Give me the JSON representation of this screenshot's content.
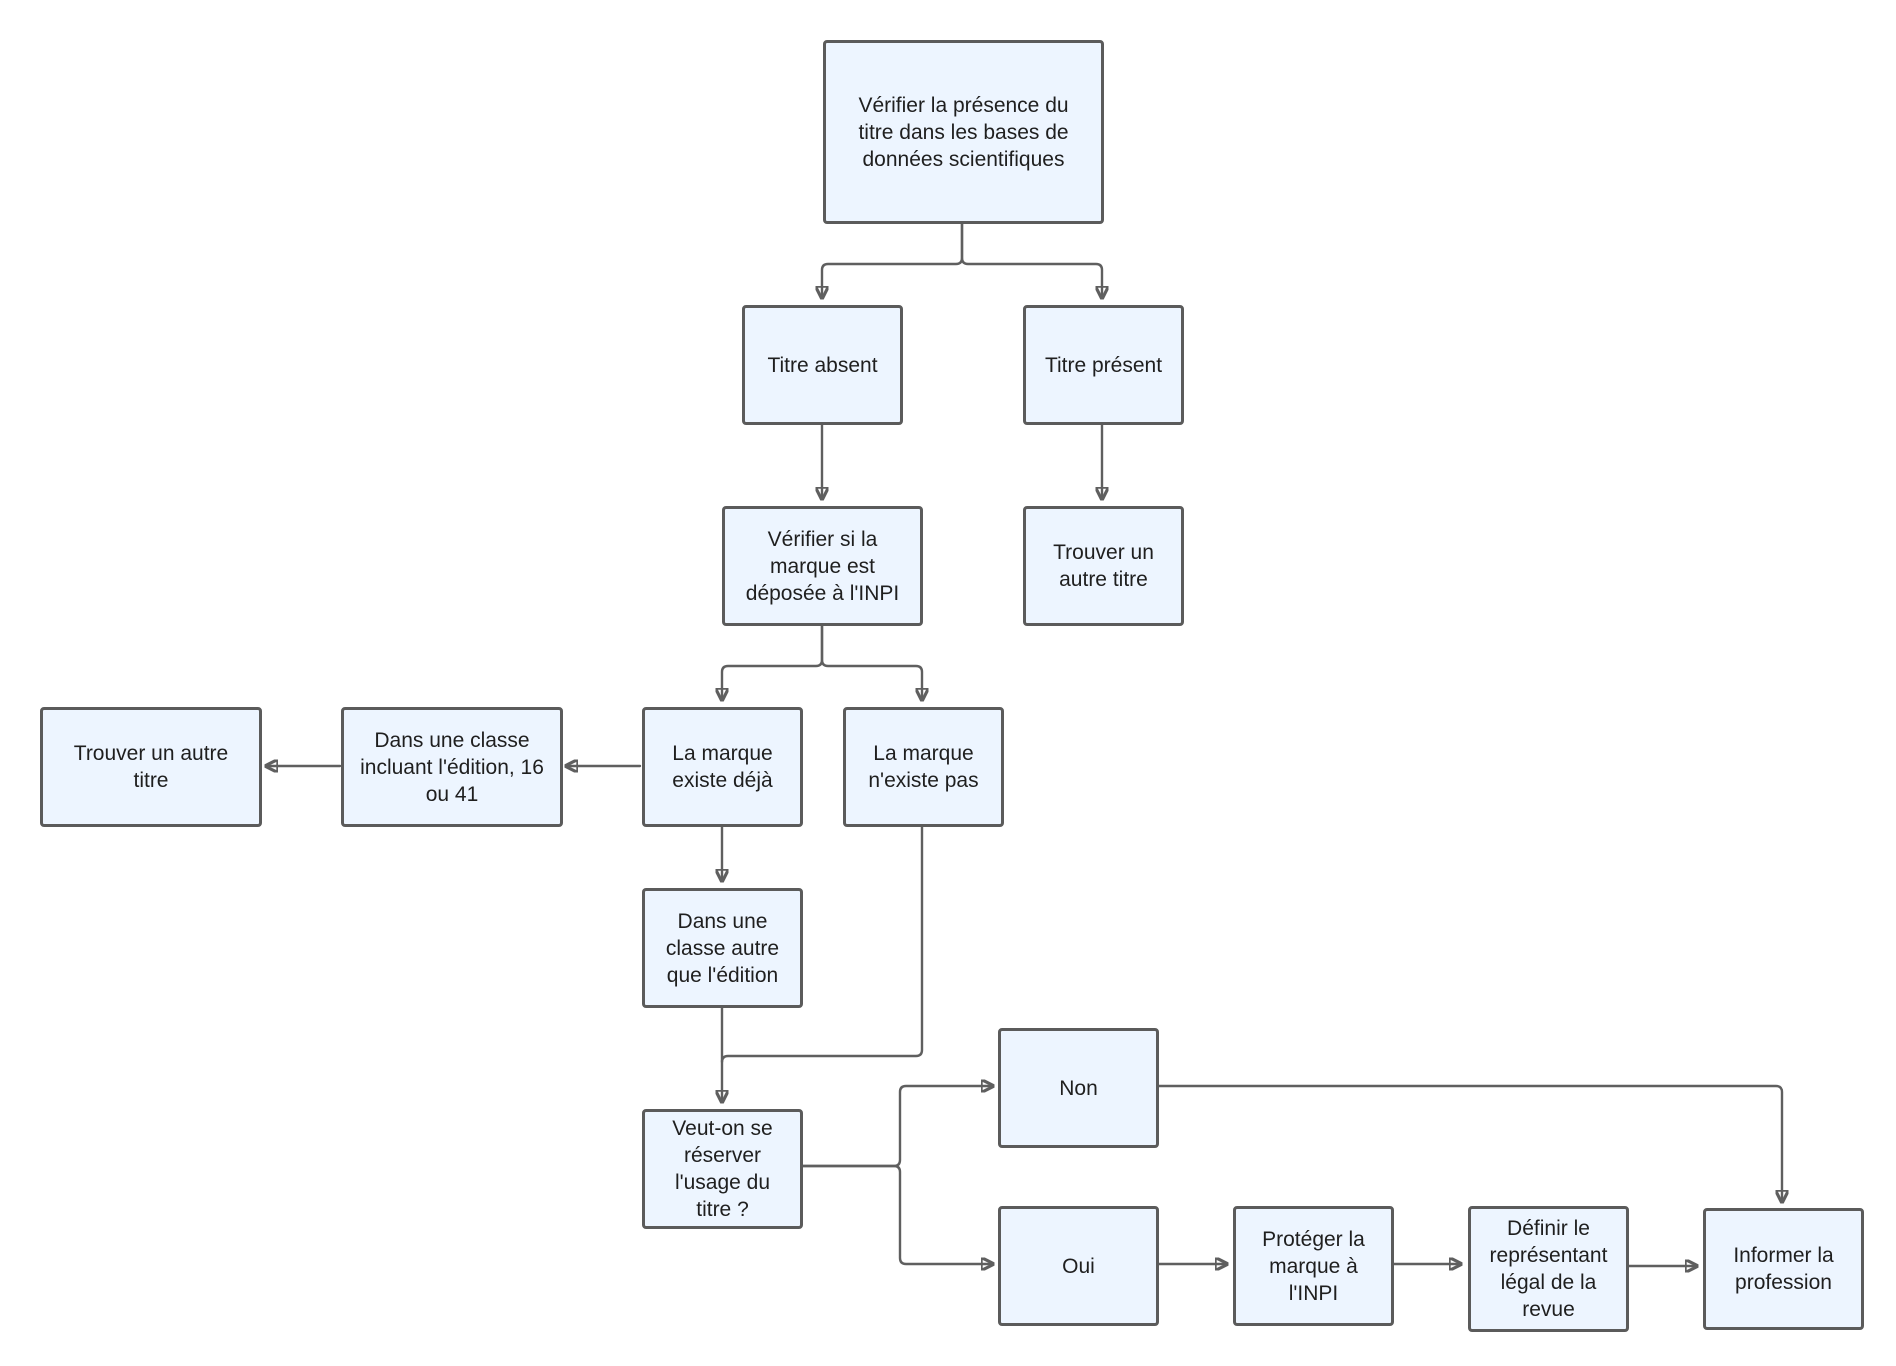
{
  "diagram": {
    "colors": {
      "node_fill": "#edf5ff",
      "node_border": "#5b5b5b",
      "edge": "#5f5f5f",
      "text": "#1f1f1f"
    },
    "nodes": {
      "verify_title": "Vérifier la présence du\ntitre dans les bases de\ndonnées scientifiques",
      "title_absent": "Titre absent",
      "title_present": "Titre présent",
      "find_other_title_1": "Trouver un\nautre titre",
      "verify_inpi": "Vérifier si la\nmarque est\ndéposée à l'INPI",
      "brand_exists": "La marque\nexiste déjà",
      "brand_not_exists": "La marque\nn'existe pas",
      "class_including_edition": "Dans une classe\nincluant l'édition, 16\nou 41",
      "find_other_title_2": "Trouver un autre\ntitre",
      "class_other_than_edition": "Dans une\nclasse autre\nque l'édition",
      "reserve_usage": "Veut-on se\nréserver\nl'usage du\ntitre ?",
      "no": "Non",
      "yes": "Oui",
      "protect_brand": "Protéger la\nmarque à\nl'INPI",
      "define_legal_rep": "Définir le\nreprésentant\nlégal de la\nrevue",
      "inform_profession": "Informer la\nprofession"
    },
    "edges": [
      {
        "from": "verify_title",
        "to": "title_absent"
      },
      {
        "from": "verify_title",
        "to": "title_present"
      },
      {
        "from": "title_absent",
        "to": "verify_inpi"
      },
      {
        "from": "title_present",
        "to": "find_other_title_1"
      },
      {
        "from": "verify_inpi",
        "to": "brand_exists"
      },
      {
        "from": "verify_inpi",
        "to": "brand_not_exists"
      },
      {
        "from": "brand_exists",
        "to": "class_including_edition"
      },
      {
        "from": "class_including_edition",
        "to": "find_other_title_2"
      },
      {
        "from": "brand_exists",
        "to": "class_other_than_edition"
      },
      {
        "from": "class_other_than_edition",
        "to": "reserve_usage"
      },
      {
        "from": "brand_not_exists",
        "to": "reserve_usage"
      },
      {
        "from": "reserve_usage",
        "to": "no"
      },
      {
        "from": "reserve_usage",
        "to": "yes"
      },
      {
        "from": "no",
        "to": "inform_profession"
      },
      {
        "from": "yes",
        "to": "protect_brand"
      },
      {
        "from": "protect_brand",
        "to": "define_legal_rep"
      },
      {
        "from": "define_legal_rep",
        "to": "inform_profession"
      }
    ]
  }
}
